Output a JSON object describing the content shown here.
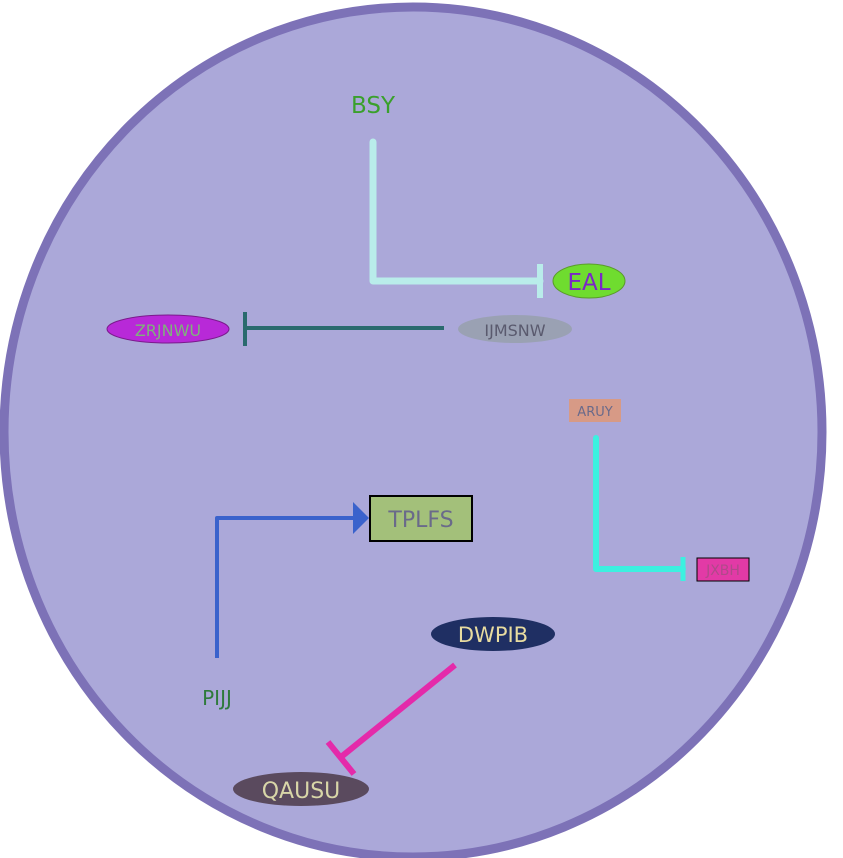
{
  "diagram": {
    "background_fill": "#aba8d9",
    "border_color": "#7d72b7",
    "nodes": [
      {
        "id": "BSY",
        "label": "BSY",
        "shape": "text",
        "text_color": "#3aa02c"
      },
      {
        "id": "EAL",
        "label": "EAL",
        "shape": "ellipse",
        "fill": "#6fdc2f",
        "text_color": "#7b26c8"
      },
      {
        "id": "ZRJNWU",
        "label": "ZRJNWU",
        "shape": "ellipse",
        "fill": "#b829d8",
        "text_color": "#7fb27b"
      },
      {
        "id": "IJMSNW",
        "label": "IJMSNW",
        "shape": "ellipse",
        "fill": "#9aa1b3",
        "text_color": "#5a5a6e"
      },
      {
        "id": "ARUY",
        "label": "ARUY",
        "shape": "rect",
        "fill": "#d79a86",
        "text_color": "#6a6a8a"
      },
      {
        "id": "TPLFS",
        "label": "TPLFS",
        "shape": "rect",
        "fill": "#a3c07a",
        "text_color": "#6a6a8a"
      },
      {
        "id": "JXBH",
        "label": "JXBH",
        "shape": "rect",
        "fill": "#e23aa6",
        "text_color": "#b0498a"
      },
      {
        "id": "DWPIB",
        "label": "DWPIB",
        "shape": "ellipse",
        "fill": "#1f2f63",
        "text_color": "#e8dca0"
      },
      {
        "id": "PIJJ",
        "label": "PIJJ",
        "shape": "text",
        "text_color": "#2f7a3c"
      },
      {
        "id": "QAUSU",
        "label": "QAUSU",
        "shape": "ellipse",
        "fill": "#5a4a5e",
        "text_color": "#d8d6a8"
      }
    ],
    "edges": [
      {
        "from": "BSY",
        "to": "EAL",
        "type": "inhibition",
        "color": "#b9ecea"
      },
      {
        "from": "IJMSNW",
        "to": "ZRJNWU",
        "type": "inhibition",
        "color": "#2a6a6e"
      },
      {
        "from": "ARUY",
        "to": "JXBH",
        "type": "inhibition",
        "color": "#3cf0e0"
      },
      {
        "from": "PIJJ",
        "to": "TPLFS",
        "type": "activation",
        "color": "#3a62cc"
      },
      {
        "from": "DWPIB",
        "to": "QAUSU",
        "type": "inhibition",
        "color": "#e42aaa"
      }
    ]
  }
}
